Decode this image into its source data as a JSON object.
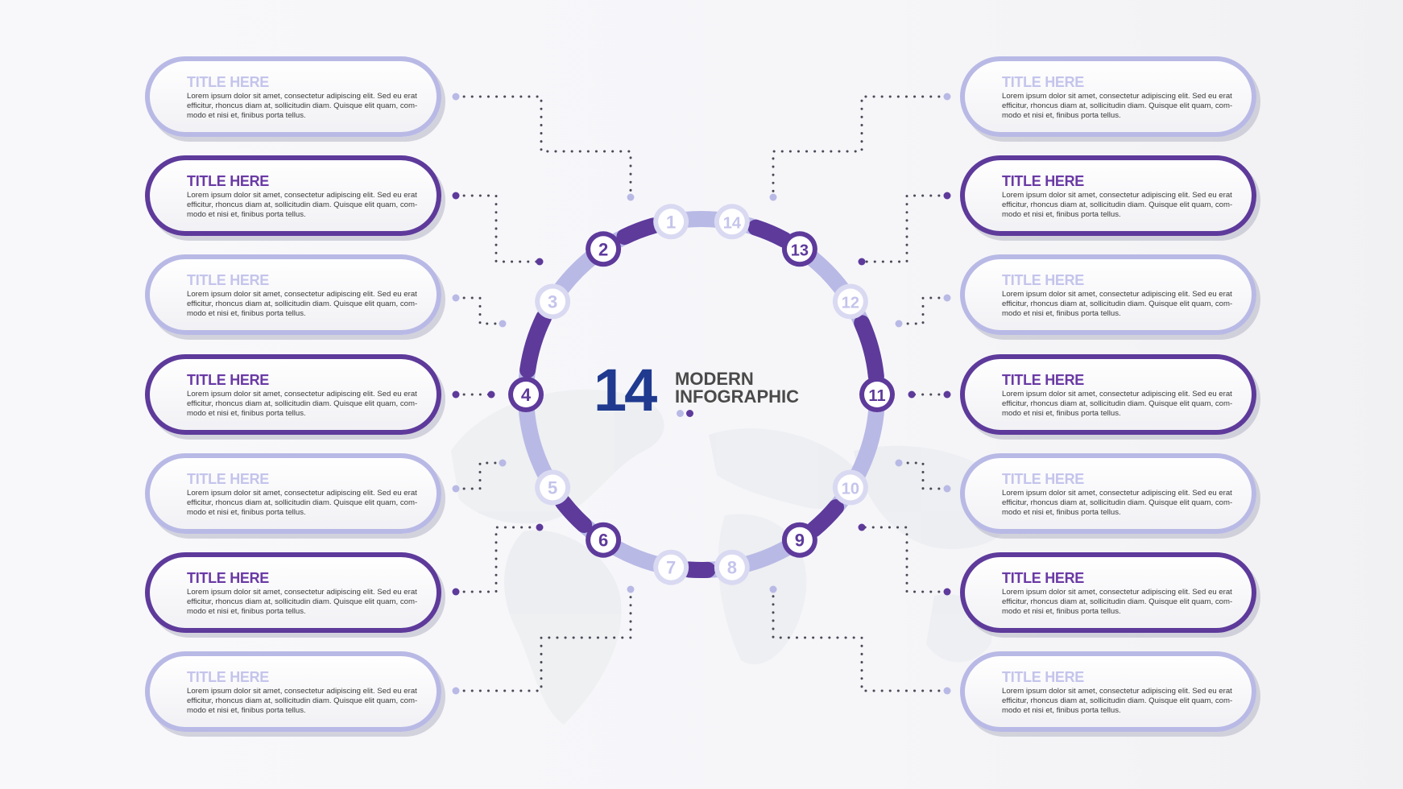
{
  "center": {
    "number": "14",
    "line1": "MODERN",
    "line2": "INFOGRAPHIC"
  },
  "colors": {
    "dark": "#5e3a9b",
    "light": "#b9b9e6",
    "numberBlue": "#1f3a8f"
  },
  "steps": [
    {
      "num": "1",
      "style": "light"
    },
    {
      "num": "2",
      "style": "dark"
    },
    {
      "num": "3",
      "style": "light"
    },
    {
      "num": "4",
      "style": "dark"
    },
    {
      "num": "5",
      "style": "light"
    },
    {
      "num": "6",
      "style": "dark"
    },
    {
      "num": "7",
      "style": "light"
    },
    {
      "num": "8",
      "style": "light"
    },
    {
      "num": "9",
      "style": "dark"
    },
    {
      "num": "10",
      "style": "light"
    },
    {
      "num": "11",
      "style": "dark"
    },
    {
      "num": "12",
      "style": "light"
    },
    {
      "num": "13",
      "style": "dark"
    },
    {
      "num": "14",
      "style": "light"
    }
  ],
  "cards": {
    "left": [
      {
        "title": "TITLE HERE",
        "body": "Lorem ipsum dolor sit amet, consectetur adipiscing elit. Sed eu erat efficitur, rhoncus diam at, sollicitudin diam. Quisque elit quam, com-modo et nisi et, finibus porta tellus.",
        "style": "light"
      },
      {
        "title": "TITLE HERE",
        "body": "Lorem ipsum dolor sit amet, consectetur adipiscing elit. Sed eu erat efficitur, rhoncus diam at, sollicitudin diam. Quisque elit quam, com-modo et nisi et, finibus porta tellus.",
        "style": "dark"
      },
      {
        "title": "TITLE HERE",
        "body": "Lorem ipsum dolor sit amet, consectetur adipiscing elit. Sed eu erat efficitur, rhoncus diam at, sollicitudin diam. Quisque elit quam, com-modo et nisi et, finibus porta tellus.",
        "style": "light"
      },
      {
        "title": "TITLE HERE",
        "body": "Lorem ipsum dolor sit amet, consectetur adipiscing elit. Sed eu erat efficitur, rhoncus diam at, sollicitudin diam. Quisque elit quam, com-modo et nisi et, finibus porta tellus.",
        "style": "dark"
      },
      {
        "title": "TITLE HERE",
        "body": "Lorem ipsum dolor sit amet, consectetur adipiscing elit. Sed eu erat efficitur, rhoncus diam at, sollicitudin diam. Quisque elit quam, com-modo et nisi et, finibus porta tellus.",
        "style": "light"
      },
      {
        "title": "TITLE HERE",
        "body": "Lorem ipsum dolor sit amet, consectetur adipiscing elit. Sed eu erat efficitur, rhoncus diam at, sollicitudin diam. Quisque elit quam, com-modo et nisi et, finibus porta tellus.",
        "style": "dark"
      },
      {
        "title": "TITLE HERE",
        "body": "Lorem ipsum dolor sit amet, consectetur adipiscing elit. Sed eu erat efficitur, rhoncus diam at, sollicitudin diam. Quisque elit quam, com-modo et nisi et, finibus porta tellus.",
        "style": "light"
      }
    ],
    "right": [
      {
        "title": "TITLE HERE",
        "body": "Lorem ipsum dolor sit amet, consectetur adipiscing elit. Sed eu erat efficitur, rhoncus diam at, sollicitudin diam. Quisque elit quam, com-modo et nisi et, finibus porta tellus.",
        "style": "light"
      },
      {
        "title": "TITLE HERE",
        "body": "Lorem ipsum dolor sit amet, consectetur adipiscing elit. Sed eu erat efficitur, rhoncus diam at, sollicitudin diam. Quisque elit quam, com-modo et nisi et, finibus porta tellus.",
        "style": "dark"
      },
      {
        "title": "TITLE HERE",
        "body": "Lorem ipsum dolor sit amet, consectetur adipiscing elit. Sed eu erat efficitur, rhoncus diam at, sollicitudin diam. Quisque elit quam, com-modo et nisi et, finibus porta tellus.",
        "style": "light"
      },
      {
        "title": "TITLE HERE",
        "body": "Lorem ipsum dolor sit amet, consectetur adipiscing elit. Sed eu erat efficitur, rhoncus diam at, sollicitudin diam. Quisque elit quam, com-modo et nisi et, finibus porta tellus.",
        "style": "dark"
      },
      {
        "title": "TITLE HERE",
        "body": "Lorem ipsum dolor sit amet, consectetur adipiscing elit. Sed eu erat efficitur, rhoncus diam at, sollicitudin diam. Quisque elit quam, com-modo et nisi et, finibus porta tellus.",
        "style": "light"
      },
      {
        "title": "TITLE HERE",
        "body": "Lorem ipsum dolor sit amet, consectetur adipiscing elit. Sed eu erat efficitur, rhoncus diam at, sollicitudin diam. Quisque elit quam, com-modo et nisi et, finibus porta tellus.",
        "style": "dark"
      },
      {
        "title": "TITLE HERE",
        "body": "Lorem ipsum dolor sit amet, consectetur adipiscing elit. Sed eu erat efficitur, rhoncus diam at, sollicitudin diam. Quisque elit quam, com-modo et nisi et, finibus porta tellus.",
        "style": "light"
      }
    ]
  }
}
